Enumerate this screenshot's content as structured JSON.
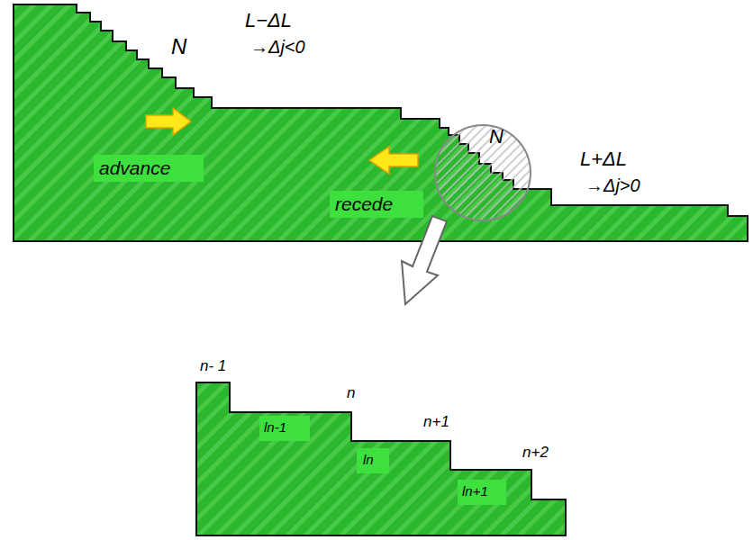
{
  "diagram": {
    "nodes": [
      {
        "text": [
          "N"
        ]
      }
    ],
    "labels": [
      "N",
      "L−ΔL",
      "→Δj<0",
      "advance",
      "recede",
      "L+ΔL",
      "→Δj>0",
      "n- 1",
      "ln-1",
      "n",
      "ln",
      "n+1",
      "ln+1",
      "n+2"
    ]
  }
}
